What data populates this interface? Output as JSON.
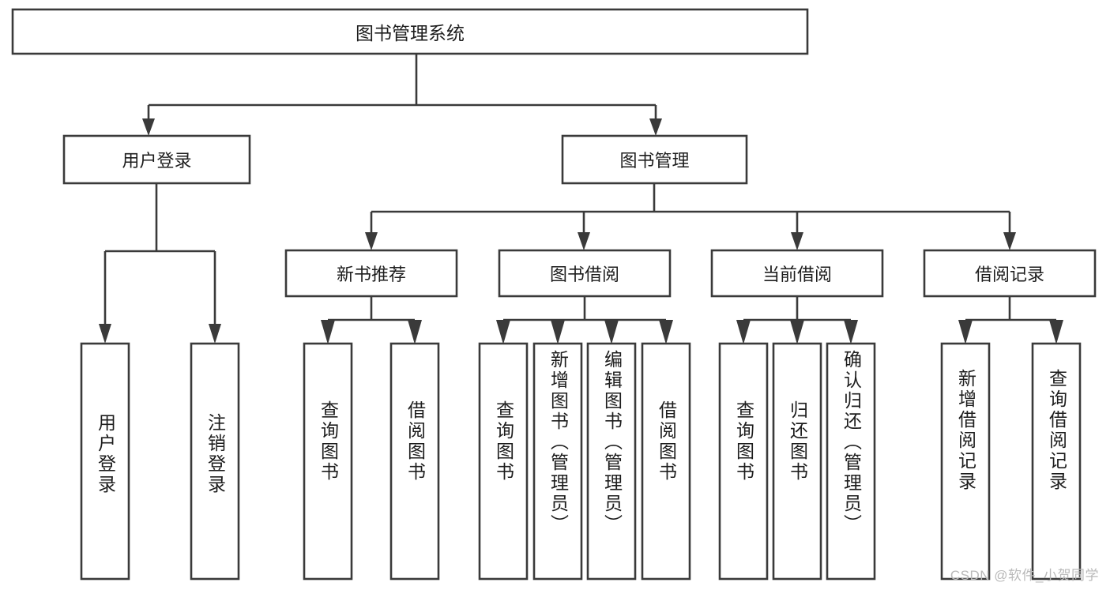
{
  "diagram": {
    "type": "tree",
    "title": "图书管理系统",
    "orientation": "top-down",
    "style": {
      "box_fill": "#ffffff",
      "box_stroke": "#3a3a3a",
      "connector_color": "#3a3a3a",
      "text_color": "#1d1d1d",
      "background": "#ffffff"
    },
    "root": {
      "label": "图书管理系统"
    },
    "level2": [
      {
        "label": "用户登录"
      },
      {
        "label": "图书管理"
      }
    ],
    "level3": [
      {
        "label": "新书推荐"
      },
      {
        "label": "图书借阅"
      },
      {
        "label": "当前借阅"
      },
      {
        "label": "借阅记录"
      }
    ],
    "leaves": {
      "user_login": [
        {
          "label": "用户登录"
        },
        {
          "label": "注销登录"
        }
      ],
      "new_book_recommend": [
        {
          "label": "查询图书"
        },
        {
          "label": "借阅图书"
        }
      ],
      "book_borrow": [
        {
          "label": "查询图书"
        },
        {
          "label": "新增图书（管理员）"
        },
        {
          "label": "编辑图书（管理员）"
        },
        {
          "label": "借阅图书"
        }
      ],
      "current_borrow": [
        {
          "label": "查询图书"
        },
        {
          "label": "归还图书"
        },
        {
          "label": "确认归还（管理员）"
        }
      ],
      "borrow_record": [
        {
          "label": "新增借阅记录"
        },
        {
          "label": "查询借阅记录"
        }
      ]
    }
  },
  "watermark": {
    "text": "CSDN @软件_小贺同学"
  }
}
